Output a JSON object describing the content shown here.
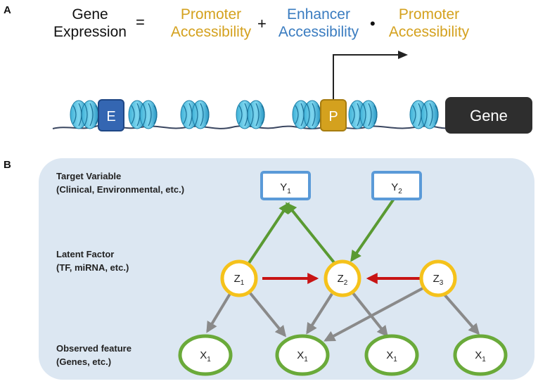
{
  "panel_a": {
    "label": "A",
    "equation": {
      "gene_expression": [
        "Gene",
        "Expression"
      ],
      "equals": "=",
      "promoter_1": [
        "Promoter",
        "Accessibility"
      ],
      "plus": "+",
      "enhancer": [
        "Enhancer",
        "Accessibility"
      ],
      "dot": "•",
      "promoter_2": [
        "Promoter",
        "Accessibility"
      ]
    },
    "dna": {
      "enhancer_box": "E",
      "promoter_box": "P",
      "gene_box": "Gene"
    }
  },
  "panel_b": {
    "label": "B",
    "tiers": {
      "target": [
        "Target Variable",
        "(Clinical, Environmental, etc.)"
      ],
      "latent": [
        "Latent Factor",
        "(TF, miRNA, etc.)"
      ],
      "observed": [
        "Observed feature",
        "(Genes, etc.)"
      ]
    },
    "nodes": {
      "y1": {
        "main": "Y",
        "sub": "1"
      },
      "y2": {
        "main": "Y",
        "sub": "2"
      },
      "z1": {
        "main": "Z",
        "sub": "1"
      },
      "z2": {
        "main": "Z",
        "sub": "2"
      },
      "z3": {
        "main": "Z",
        "sub": "3"
      },
      "x_a": {
        "main": "X",
        "sub": "1"
      },
      "x_b": {
        "main": "X",
        "sub": "1"
      },
      "x_c": {
        "main": "X",
        "sub": "1"
      },
      "x_d": {
        "main": "X",
        "sub": "1"
      }
    }
  },
  "colors": {
    "gold": "#d4a11e",
    "blue": "#3a7cc0",
    "green_edge": "#5a9a32",
    "red_edge": "#c81414",
    "gray_edge": "#8a8a8a",
    "latent_border": "#f5c21b",
    "observed_border": "#6aaa3a",
    "target_border": "#5a9ad8",
    "panel_bg": "#dce7f2"
  }
}
